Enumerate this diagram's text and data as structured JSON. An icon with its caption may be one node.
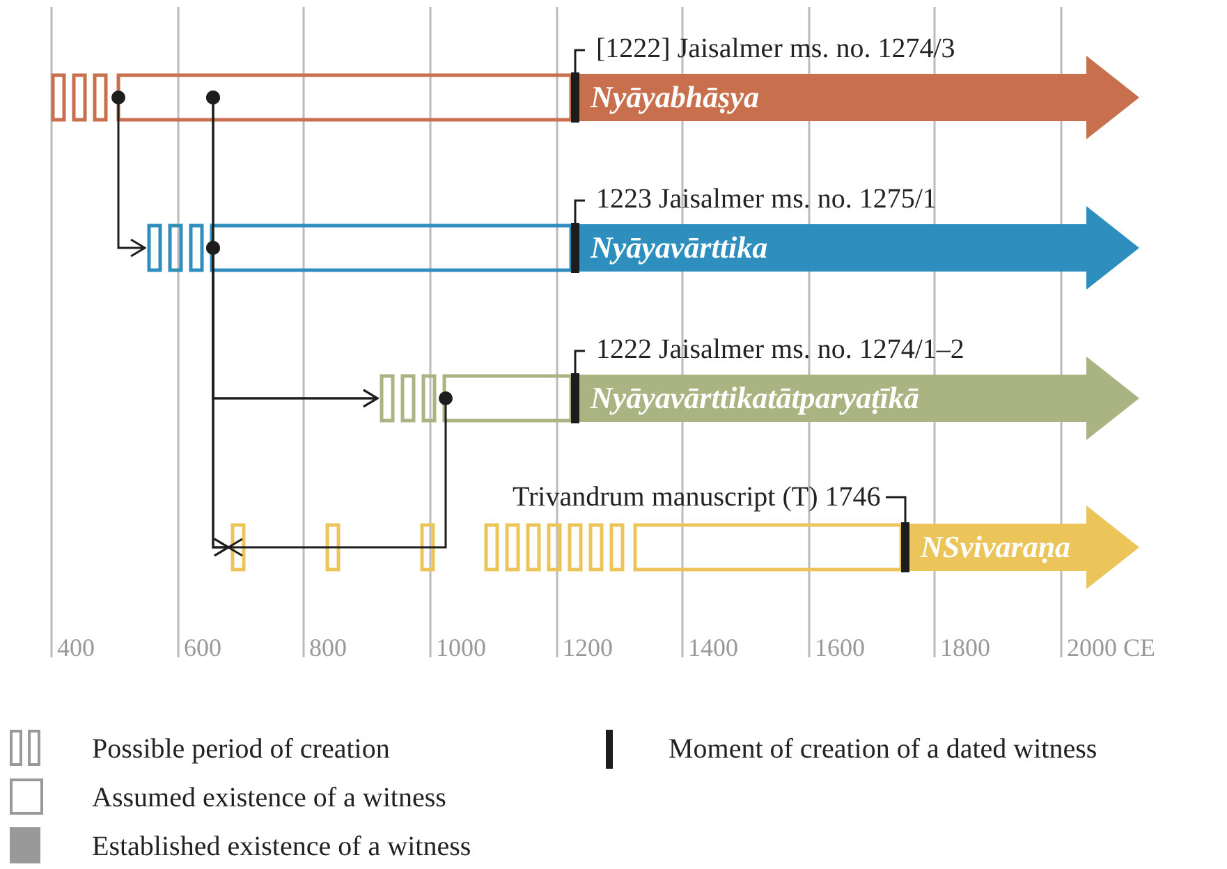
{
  "diagram": {
    "nodes": [
      {
        "text": [
          "Nyāyabhāṣya"
        ],
        "beside": [
          "[1222] Jaisalmer ms. no. 1274/3"
        ]
      },
      {
        "text": [
          "Nyāyavārttika"
        ],
        "beside": [
          "1223 Jaisalmer ms. no. 1275/1"
        ]
      },
      {
        "text": [
          "Nyāyavārttikatātparyaṭīkā"
        ],
        "beside": [
          "1222 Jaisalmer ms. no. 1274/1–2"
        ]
      },
      {
        "text": [
          "NSvivaraṇa"
        ],
        "beside": [
          "Trivandrum manuscript (T) 1746"
        ]
      },
      {
        "text": [],
        "shape": "bar",
        "in": 0
      },
      {
        "text": [],
        "shape": "bar",
        "in": 1
      },
      {
        "text": [],
        "shape": "bar",
        "in": 2
      },
      {
        "text": [],
        "shape": "bar",
        "in": 3
      }
    ],
    "edges": [
      {
        "from": 0,
        "to": 1,
        "arrow": "to"
      },
      {
        "from": 0,
        "to": 2,
        "arrow": "to"
      },
      {
        "from": 1,
        "to": 2,
        "arrow": "to"
      },
      {
        "from": 0,
        "to": 3,
        "arrow": "to"
      },
      {
        "from": 1,
        "to": 3,
        "arrow": "to"
      },
      {
        "from": 2,
        "to": 3,
        "arrow": "to"
      },
      {
        "from": 0,
        "to": 4,
        "arrow": "none"
      },
      {
        "from": 1,
        "to": 5,
        "arrow": "none"
      },
      {
        "from": 2,
        "to": 6,
        "arrow": "none"
      },
      {
        "from": 3,
        "to": 7,
        "arrow": "none"
      }
    ],
    "labels": [
      "400",
      "600",
      "800",
      "1000",
      "1200",
      "1400",
      "1600",
      "1800",
      "2000 CE"
    ],
    "legend": [
      {
        "text": "Possible period of creation"
      },
      {
        "text": "Assumed existence of a witness"
      },
      {
        "text": "Established existence of a witness",
        "color": "#999999"
      },
      {
        "text": "Moment of creation of a dated witness"
      }
    ]
  }
}
